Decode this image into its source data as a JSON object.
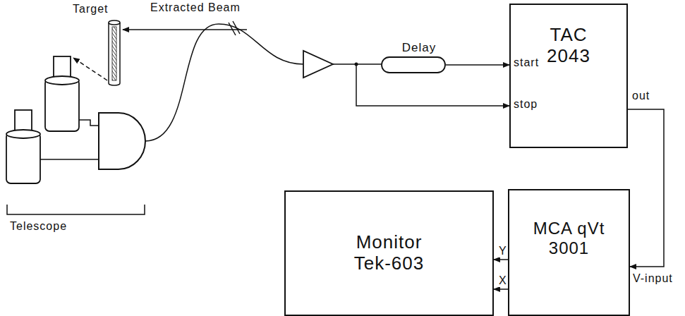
{
  "diagram": {
    "nodes": [
      {
        "text": [
          "Delay"
        ]
      },
      {
        "text": [
          "TAC 2043"
        ]
      },
      {
        "text": [
          "Monitor Tek-603"
        ]
      },
      {
        "text": [
          "MCA qVt 3001"
        ]
      }
    ],
    "edges": [
      {
        "from": 0,
        "to": 1,
        "arrow": "to"
      },
      {
        "from": 1,
        "to": 3,
        "arrow": "to"
      },
      {
        "from": 3,
        "to": 2,
        "label": "Y",
        "arrow": "to"
      },
      {
        "from": 3,
        "to": 2,
        "label": "X",
        "arrow": "to"
      }
    ],
    "labels": [
      "Target",
      "Extracted Beam",
      "Telescope",
      "start",
      "stop",
      "out",
      "V-input"
    ]
  }
}
